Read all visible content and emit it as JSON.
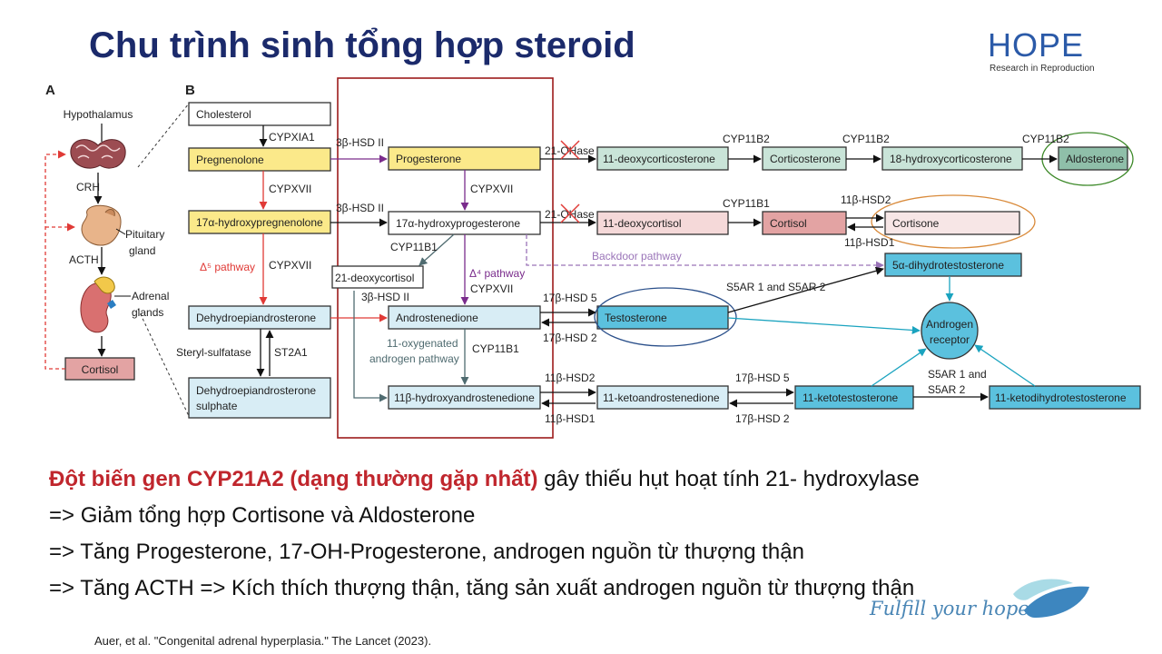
{
  "slide": {
    "title": "Chu trình sinh tổng hợp steroid",
    "logo": {
      "text": "HOPE",
      "subtitle": "Research in Reproduction"
    },
    "tagline": "Fulfill your hope",
    "citation": "Auer, et al. \"Congenital adrenal hyperplasia.\" The Lancet (2023)."
  },
  "panel_a": {
    "label": "A",
    "items": {
      "hypothalamus": "Hypothalamus",
      "crh": "CRH",
      "pituitary": [
        "Pituitary",
        "gland"
      ],
      "acth": "ACTH",
      "adrenal": [
        "Adrenal",
        "glands"
      ],
      "cortisol": "Cortisol"
    }
  },
  "panel_b": {
    "label": "B",
    "nodes": {
      "cholesterol": "Cholesterol",
      "pregnenolone": "Pregnenolone",
      "hydroxypregnenolone": "17α-hydroxypregnenolone",
      "dhea": "Dehydroepiandrosterone",
      "dheas": [
        "Dehydroepiandrosterone",
        "sulphate"
      ],
      "progesterone": "Progesterone",
      "hydroxyprogesterone": "17α-hydroxyprogesterone",
      "deoxycortisol21": "21-deoxycortisol",
      "androstenedione": "Androstenedione",
      "hydroxyandrostenedione": "11β-hydroxyandrostenedione",
      "deoxycorticosterone": "11-deoxycorticosterone",
      "corticosterone": "Corticosterone",
      "hydroxycorticosterone": "18-hydroxycorticosterone",
      "aldosterone": "Aldosterone",
      "deoxycortisol11": "11-deoxycortisol",
      "cortisol": "Cortisol",
      "cortisone": "Cortisone",
      "dht": "5α-dihydrotestosterone",
      "testosterone": "Testosterone",
      "ketoandrostenedione": "11-ketoandrostenedione",
      "ketotestosterone": "11-ketotestosterone",
      "ketodihydrotestosterone": "11-ketodihydrotestosterone",
      "receptor": [
        "Androgen",
        "receptor"
      ]
    },
    "enzymes": {
      "cypxia1": "CYPXIA1",
      "cypxvii": "CYPXVII",
      "hsd3b2": "3β-HSD II",
      "ohase21": "21-OHase",
      "cyp11b2": "CYP11B2",
      "cyp11b1": "CYP11B1",
      "hsd11b2": "11β-HSD2",
      "hsd11b1": "11β-HSD1",
      "hsd17b5": "17β-HSD 5",
      "hsd17b2": "17β-HSD 2",
      "s5ar": "S5AR 1 and S5AR 2",
      "s5ar_l1": "S5AR 1 and",
      "s5ar_l2": "S5AR 2",
      "steryl": "Steryl-sulfatase",
      "st2a1": "ST2A1",
      "delta5": "Δ⁵ pathway",
      "delta4": "Δ⁴ pathway",
      "oxygenated": [
        "11-oxygenated",
        "androgen pathway"
      ],
      "backdoor": "Backdoor pathway"
    }
  },
  "text": {
    "lines": [
      {
        "bold": "Đột biến gen CYP21A2 (dạng thường gặp nhất)",
        "rest": " gây thiếu hụt hoạt tính 21- hydroxylase"
      },
      {
        "text": "=> Giảm tổng hợp Cortisone và Aldosterone"
      },
      {
        "text": "=> Tăng Progesterone, 17-OH-Progesterone, androgen nguồn từ thượng thận"
      },
      {
        "text": "=> Tăng ACTH => Kích thích thượng thận, tăng sản xuất androgen nguồn từ thượng thận"
      }
    ]
  },
  "colors": {
    "title": "#1b2a6b",
    "yellow": "#fbe98a",
    "blue_light": "#d8edf5",
    "blue": "#5bc1de",
    "green": "#c9e4d8",
    "pink": "#f5d9d9",
    "rose": "#e3a3a3",
    "highlight_red": "#c0262d",
    "purple": "#7a2c8c",
    "teal": "#1aa3bf",
    "backdoor": "#9a74b8"
  }
}
